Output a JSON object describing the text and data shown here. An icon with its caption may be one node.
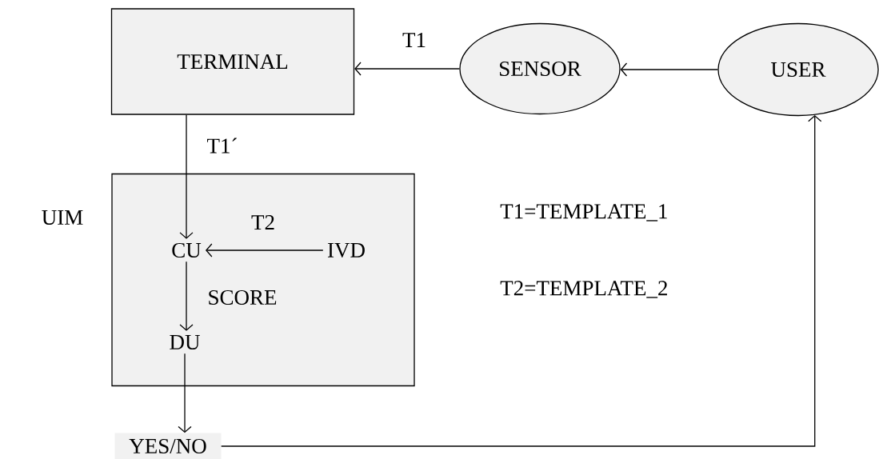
{
  "diagram": {
    "nodes": [
      {
        "text": [
          "TERMINAL"
        ]
      },
      {
        "text": [
          "SENSOR"
        ]
      },
      {
        "text": [
          "USER"
        ]
      },
      {
        "text": [
          "UIM"
        ]
      },
      {
        "text": [
          "CU"
        ],
        "in": 3
      },
      {
        "text": [
          "IVD"
        ],
        "in": 3
      },
      {
        "text": [
          "DU"
        ],
        "in": 3
      },
      {
        "text": [
          "YES/NO"
        ]
      }
    ],
    "edges": [
      {
        "from": 1,
        "to": 0,
        "arrow": "to",
        "label": "T1"
      },
      {
        "from": 2,
        "to": 1,
        "arrow": "to"
      },
      {
        "from": 0,
        "to": 4,
        "arrow": "to",
        "label": "T1´"
      },
      {
        "from": 5,
        "to": 4,
        "arrow": "to",
        "label": "T2"
      },
      {
        "from": 4,
        "to": 6,
        "arrow": "to",
        "label": "SCORE"
      },
      {
        "from": 6,
        "to": 7,
        "arrow": "to"
      },
      {
        "from": 7,
        "to": 2,
        "arrow": "to"
      }
    ],
    "labels": [
      "T1=TEMPLATE_1",
      "T2=TEMPLATE_2"
    ]
  }
}
